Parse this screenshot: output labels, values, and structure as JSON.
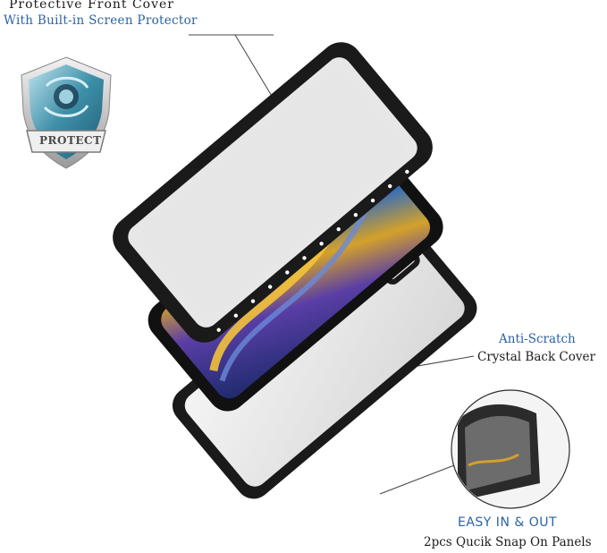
{
  "callouts": {
    "front_cover": {
      "title": "Protective Front Cover",
      "subtitle": "With Built-in Screen Protector"
    },
    "back_cover": {
      "title": "Anti-Scratch",
      "subtitle": "Crystal Back Cover"
    },
    "snap_panels": {
      "title": "EASY IN & OUT",
      "subtitle": "2pcs Qucik Snap On Panels"
    }
  },
  "badge": {
    "label": "PROTECT",
    "icon": "shield-icon"
  },
  "colors": {
    "callout_blue": "#2b63a3",
    "case_black": "#1a1a1a",
    "shield_teal": "#3d8fa8"
  }
}
